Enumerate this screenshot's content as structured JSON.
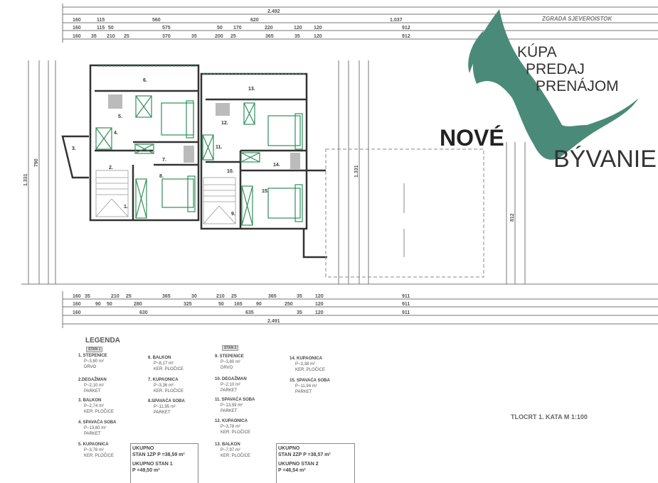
{
  "header": {
    "building": "ZGRADA SJEVEROISTOK"
  },
  "logo": {
    "line1": "KÚPA",
    "line2": "PREDAJ",
    "line3": "PRENÁJOM",
    "word1": "NOVÉ",
    "word2": "BÝVANIE",
    "color": "#4a8a78"
  },
  "dimensions": {
    "top_total": "2.492",
    "top_row1": [
      "160",
      "115",
      "560",
      "620",
      "1.037"
    ],
    "top_row2": [
      "160",
      "115",
      "50",
      "575",
      "50",
      "170",
      "220",
      "120",
      "120",
      "912"
    ],
    "top_row3": [
      "160",
      "35",
      "210",
      "25",
      "370",
      "35",
      "200",
      "25",
      "365",
      "35",
      "120",
      "912"
    ],
    "bottom_row1": [
      "160",
      "35",
      "210",
      "25",
      "365",
      "30",
      "210",
      "25",
      "365",
      "35",
      "120",
      "911"
    ],
    "bottom_row2": [
      "160",
      "90",
      "50",
      "280",
      "325",
      "50",
      "165",
      "90",
      "250",
      "120",
      "911"
    ],
    "bottom_row3": [
      "160",
      "630",
      "635",
      "35",
      "120",
      "911"
    ],
    "bottom_total": "2.491",
    "left_total": "1.331",
    "left_part": "790",
    "right_total": "1.331",
    "right_part": "812"
  },
  "rooms": [
    "1.",
    "2.",
    "3.",
    "4.",
    "5.",
    "6.",
    "7.",
    "8.",
    "9.",
    "10.",
    "11.",
    "12.",
    "13.",
    "14.",
    "15."
  ],
  "legend": {
    "title": "LEGENDA",
    "stan1_tag": "STAN 1",
    "stan2_tag": "STAN 2",
    "items": [
      {
        "name": "1. STEPENICE",
        "area": "P~3,80 m²",
        "floor": "DRVO"
      },
      {
        "name": "2.DEGAŽMAN",
        "area": "P~2,10 m²",
        "floor": "PARKET"
      },
      {
        "name": "3. BALKON",
        "area": "P~2,74 m²",
        "floor": "KER. PLOČICE"
      },
      {
        "name": "4. SPAVAĆA SOBA",
        "area": "P~13,60 m²",
        "floor": "PARKET"
      },
      {
        "name": "5. KUPAONICA",
        "area": "P~3,78 m²",
        "floor": "KER. PLOČICE"
      },
      {
        "name": "6. BALKON",
        "area": "P~8,17 m²",
        "floor": "KER. PLOČICE"
      },
      {
        "name": "7. KUPAONICA",
        "area": "P~3,36 m²",
        "floor": "KER. PLOČICE"
      },
      {
        "name": "8.SPAVAĆA SOBA",
        "area": "P~11,95 m²",
        "floor": "PARKET"
      },
      {
        "name": "9. STEPENICE",
        "area": "P~3,80 m²",
        "floor": "DRVO"
      },
      {
        "name": "10. DEGAŽMAN",
        "area": "P~2,10 m²",
        "floor": "PARKET"
      },
      {
        "name": "11. SPAVAĆA SOBA",
        "area": "P~13,59 m²",
        "floor": "PARKET"
      },
      {
        "name": "12. KUPAONICA",
        "area": "P~3,78 m²",
        "floor": "KER. PLOČICE"
      },
      {
        "name": "13. BALKON",
        "area": "P~7,97 m²",
        "floor": "KER. PLOČICE"
      },
      {
        "name": "14. KUPAONICA",
        "area": "P~3,38 m²",
        "floor": "KER. PLOČICE"
      },
      {
        "name": "15. SPAVAĆA SOBA",
        "area": "P~11,94 m²",
        "floor": "PARKET"
      }
    ],
    "total1": {
      "l1": "UKUPNO",
      "l2": "STAN 1ZP P =38,59 m²",
      "l3": "UKUPNO STAN 1",
      "l4": "P =49,50 m²"
    },
    "total2": {
      "l1": "UKUPNO",
      "l2": "STAN 2ZP P =38,57 m²",
      "l3": "UKUPNO STAN 2",
      "l4": "P =46,54 m²"
    }
  },
  "scale_label": "TLOCRT 1. KATA  M 1:100"
}
